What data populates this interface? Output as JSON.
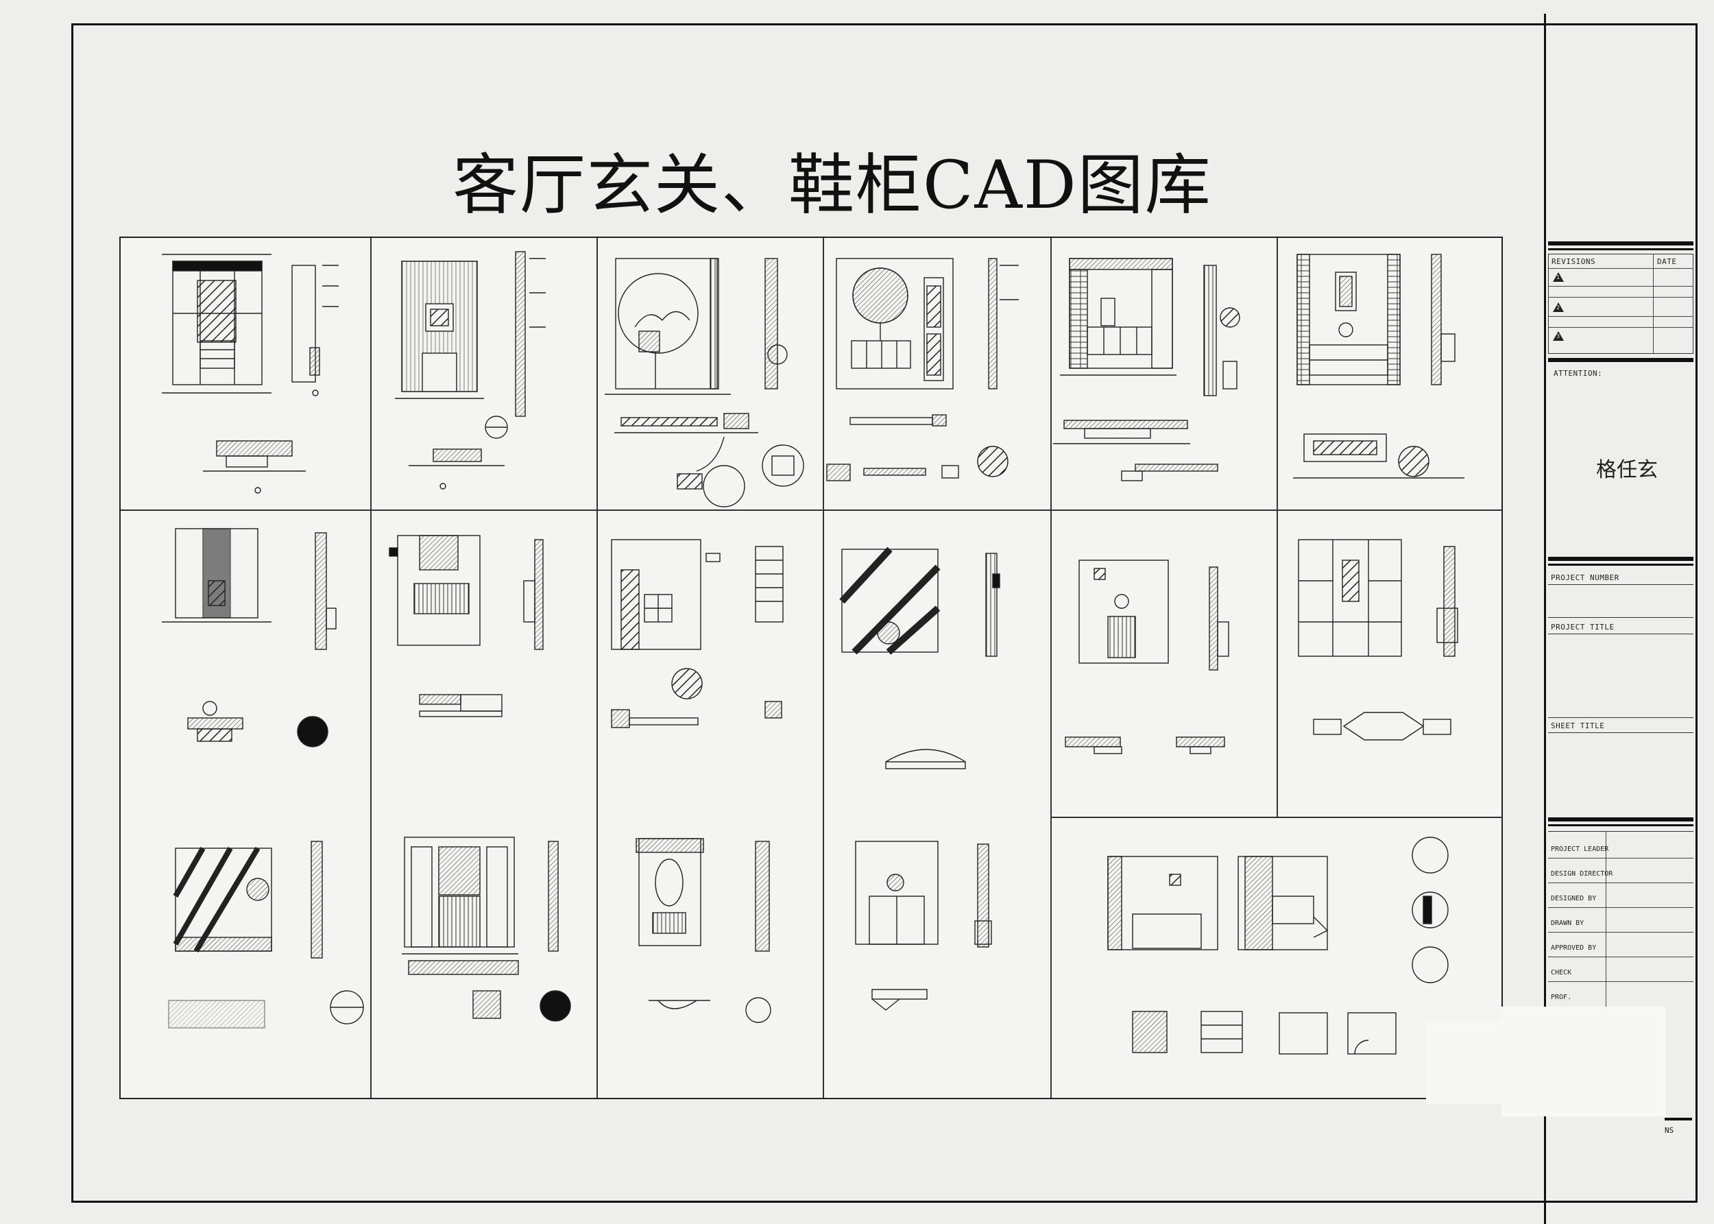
{
  "title": "客厅玄关、鞋柜CAD图库",
  "title_block": {
    "revisions_label": "REVISIONS",
    "date_label": "DATE",
    "revision_marks": [
      "1",
      "2",
      "3"
    ],
    "attention_label": "ATTENTION:",
    "attention_value": "格任玄",
    "project_number_label": "PROJECT NUMBER",
    "project_title_label": "PROJECT TITLE",
    "sheet_title_label": "SHEET TITLE",
    "personnel_labels": [
      "PROJECT LEADER",
      "DESIGN DIRECTOR",
      "DESIGNED BY",
      "DRAWN BY",
      "APPROVED BY",
      "CHECK",
      "PROF."
    ],
    "scale_suffix": "NS"
  }
}
